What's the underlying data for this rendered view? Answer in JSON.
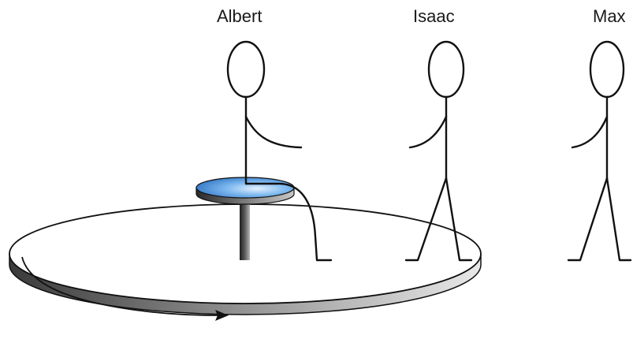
{
  "figures": [
    {
      "id": "albert",
      "name": "Albert"
    },
    {
      "id": "isaac",
      "name": "Isaac"
    },
    {
      "id": "max",
      "name": "Max"
    }
  ],
  "colors": {
    "stroke": "#111111",
    "platform_edge_dark": "#3a3a3a",
    "platform_edge_light": "#e6e6e6",
    "seat_blue": "#3d8ee0",
    "seat_blue_light": "#cfe6fb",
    "post_dark": "#2e2e2e",
    "post_light": "#9a9a9a"
  },
  "platform": {
    "rotation_direction": "clockwise-arrow"
  }
}
